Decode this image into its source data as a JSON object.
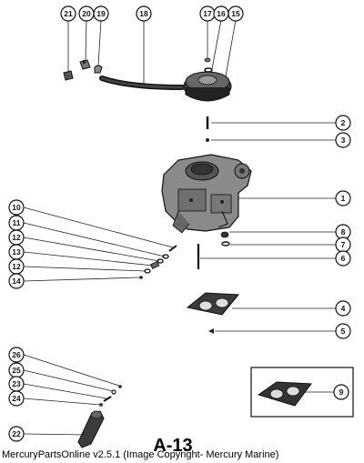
{
  "diagram": {
    "code": "A-13",
    "footer_text": "MercuryPartsOnline v2.5.1 (Image Copyright- Mercury Marine)",
    "callouts": [
      {
        "key": "21",
        "label": "21"
      },
      {
        "key": "20",
        "label": "20"
      },
      {
        "key": "19",
        "label": "19"
      },
      {
        "key": "18",
        "label": "18"
      },
      {
        "key": "17",
        "label": "17"
      },
      {
        "key": "16",
        "label": "16"
      },
      {
        "key": "15",
        "label": "15"
      },
      {
        "key": "2",
        "label": "2"
      },
      {
        "key": "3",
        "label": "3"
      },
      {
        "key": "1",
        "label": "1"
      },
      {
        "key": "10",
        "label": "10"
      },
      {
        "key": "11",
        "label": "11"
      },
      {
        "key": "12a",
        "label": "12"
      },
      {
        "key": "13",
        "label": "13"
      },
      {
        "key": "12b",
        "label": "12"
      },
      {
        "key": "14",
        "label": "14"
      },
      {
        "key": "8",
        "label": "8"
      },
      {
        "key": "7",
        "label": "7"
      },
      {
        "key": "6",
        "label": "6"
      },
      {
        "key": "4",
        "label": "4"
      },
      {
        "key": "5",
        "label": "5"
      },
      {
        "key": "26",
        "label": "26"
      },
      {
        "key": "25",
        "label": "25"
      },
      {
        "key": "23",
        "label": "23"
      },
      {
        "key": "24",
        "label": "24"
      },
      {
        "key": "9",
        "label": "9"
      },
      {
        "key": "22",
        "label": "22"
      }
    ]
  }
}
